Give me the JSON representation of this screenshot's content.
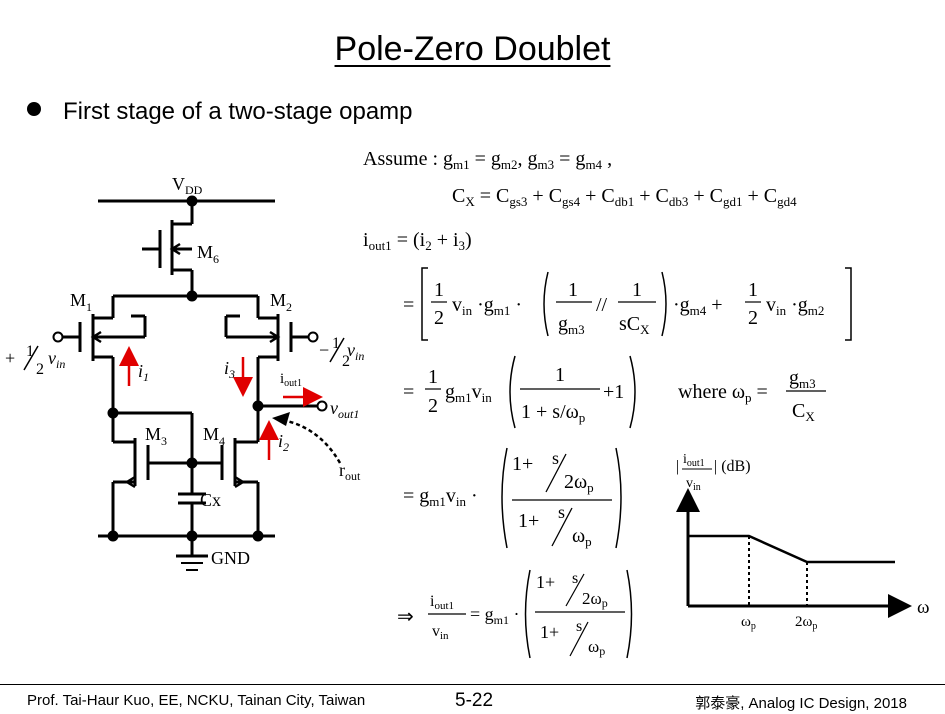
{
  "slide": {
    "title": "Pole-Zero Doublet",
    "bullet": "First stage of a two-stage opamp"
  },
  "circuit": {
    "vdd_label": "V",
    "vdd_sub": "DD",
    "m6_label": "M",
    "m6_sub": "6",
    "m1_label": "M",
    "m1_sub": "1",
    "m2_label": "M",
    "m2_sub": "2",
    "m3_label": "M",
    "m3_sub": "3",
    "m4_label": "M",
    "m4_sub": "4",
    "cx_label": "Cx",
    "gnd_label": "GND",
    "vin_pos_sign": "+",
    "vin_neg_sign": "−",
    "half_num": "1",
    "half_den": "2",
    "vin_label": "v",
    "vin_sub": "in",
    "i1_label": "i",
    "i1_sub": "1",
    "i2_label": "i",
    "i2_sub": "2",
    "i3_label": "i",
    "i3_sub": "3",
    "iout1_label": "i",
    "iout1_sub": "out1",
    "vout1_label": "v",
    "vout1_sub": "out1",
    "rout_label": "r",
    "rout_sub": "out"
  },
  "equations": {
    "assume": "Assume :",
    "gm_eq": "g",
    "comma": ",",
    "where": "where",
    "omega_p": "ω",
    "p_sub": "p"
  },
  "bode": {
    "ylabel_open": "|",
    "ylabel_num": "i",
    "ylabel_num_sub": "out1",
    "ylabel_den": "v",
    "ylabel_den_sub": "in",
    "ylabel_unit": "| (dB)",
    "x_axis_label": "ω",
    "tick1_label": "ω",
    "tick1_sub": "p",
    "tick2_prefix": "2ω",
    "tick2_sub": "p"
  },
  "footer": {
    "left": "Prof. Tai-Haur Kuo, EE, NCKU, Tainan City, Taiwan",
    "center": "5-22",
    "right": "郭泰豪, Analog IC Design, 2018"
  },
  "colors": {
    "current_arrow": "#e00000",
    "ink": "#000000"
  }
}
